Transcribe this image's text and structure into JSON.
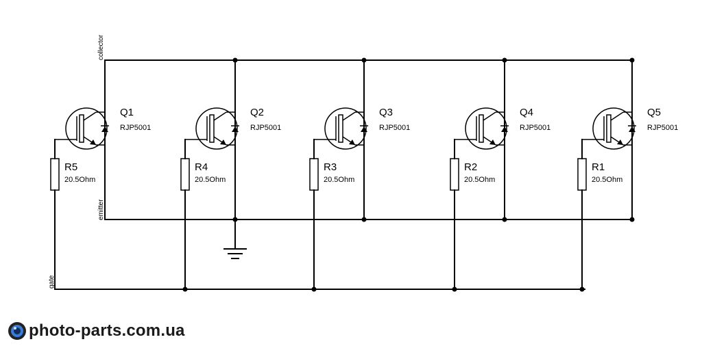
{
  "nets": {
    "collector": "collector",
    "emitter": "emitter",
    "gate": "gate"
  },
  "transistors": [
    {
      "ref": "Q1",
      "part": "RJP5001"
    },
    {
      "ref": "Q2",
      "part": "RJP5001"
    },
    {
      "ref": "Q3",
      "part": "RJP5001"
    },
    {
      "ref": "Q4",
      "part": "RJP5001"
    },
    {
      "ref": "Q5",
      "part": "RJP5001"
    }
  ],
  "resistors": [
    {
      "ref": "R5",
      "value": "20.5Ohm"
    },
    {
      "ref": "R4",
      "value": "20.5Ohm"
    },
    {
      "ref": "R3",
      "value": "20.5Ohm"
    },
    {
      "ref": "R2",
      "value": "20.5Ohm"
    },
    {
      "ref": "R1",
      "value": "20.5Ohm"
    }
  ],
  "watermark": "photo-parts.com.ua",
  "colors": {
    "wire": "#000000",
    "background": "#ffffff",
    "logo_blue": "#3a7bd5"
  }
}
